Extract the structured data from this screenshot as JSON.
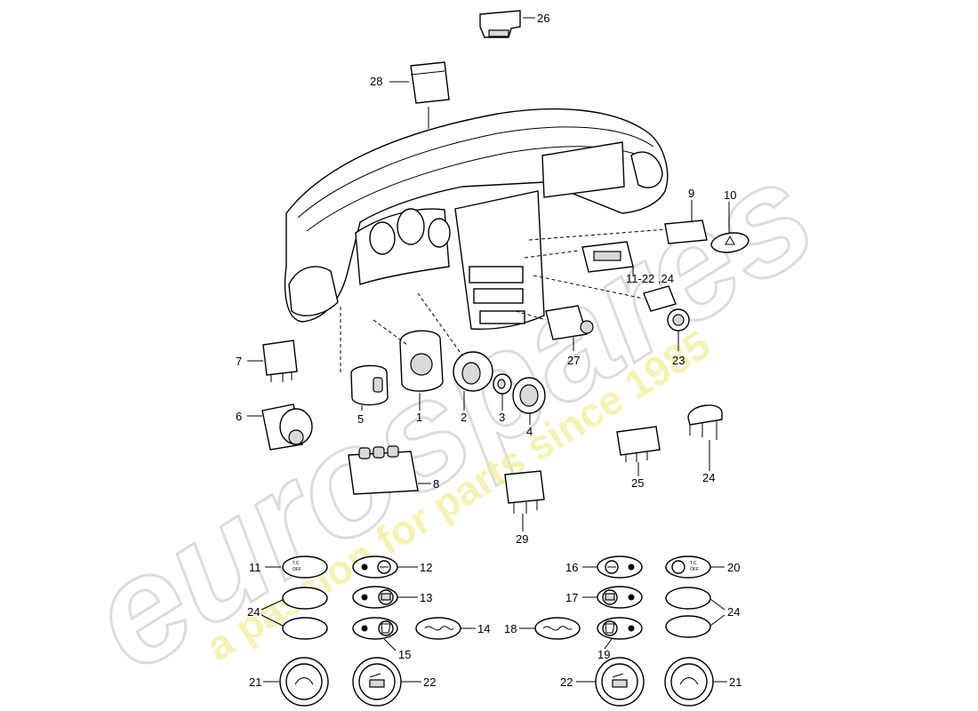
{
  "watermark": {
    "brand": "eurospares",
    "tagline": "a passion for parts since 1985"
  },
  "callouts": {
    "c1": "1",
    "c2": "2",
    "c3": "3",
    "c4": "4",
    "c5": "5",
    "c6": "6",
    "c7": "7",
    "c8": "8",
    "c9": "9",
    "c10": "10",
    "c11_22_24": "11-22 ,24",
    "c23": "23",
    "c24_clip": "24",
    "c25": "25",
    "c26": "26",
    "c27": "27",
    "c28": "28",
    "c29": "29",
    "c11": "11",
    "c12": "12",
    "c13": "13",
    "c14": "14",
    "c15": "15",
    "c16": "16",
    "c17": "17",
    "c18": "18",
    "c19": "19",
    "c20": "20",
    "c21_left": "21",
    "c22_left": "22",
    "c22_right": "22",
    "c21_right": "21",
    "c24_left": "24",
    "c24_right": "24"
  },
  "button_text": {
    "tc_off_top": "T.C",
    "tc_off_bottom": "OFF"
  }
}
